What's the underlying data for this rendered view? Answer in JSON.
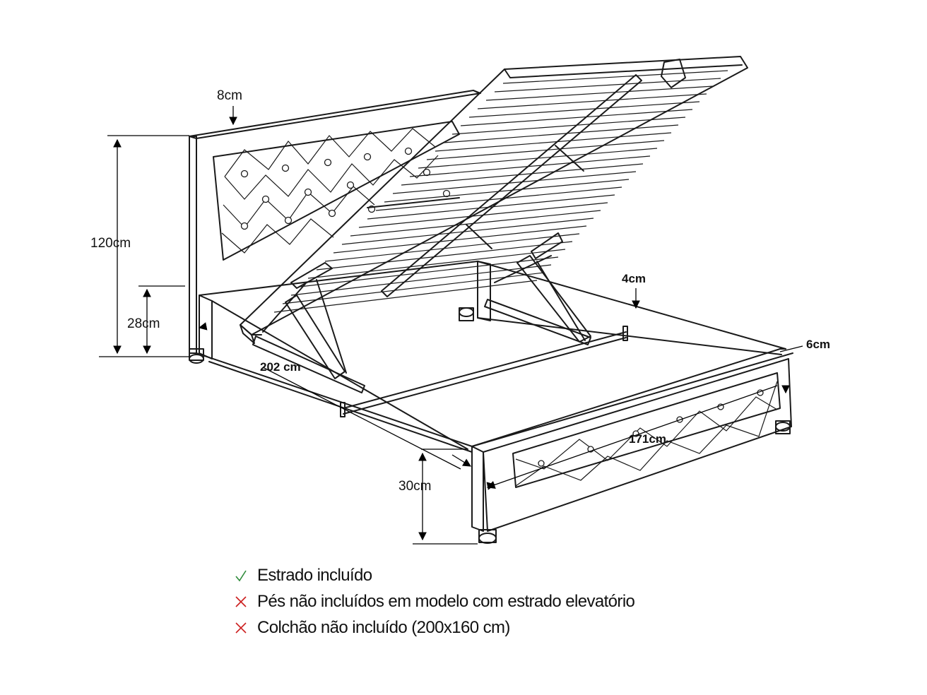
{
  "diagram": {
    "dimensions": {
      "headboard_depth": "8cm",
      "total_height": "120cm",
      "base_height": "28cm",
      "length": "202 cm",
      "side_thickness": "4cm",
      "foot_thickness": "6cm",
      "width": "171cm",
      "foot_height": "30cm"
    }
  },
  "legend": {
    "items": [
      {
        "status": "included",
        "icon": "check-icon",
        "color": "#2e8b3a",
        "text": "Estrado incluído"
      },
      {
        "status": "not_included",
        "icon": "cross-icon",
        "color": "#cc1f1f",
        "text": "Pés não incluídos em modelo com estrado elevatório"
      },
      {
        "status": "not_included",
        "icon": "cross-icon",
        "color": "#cc1f1f",
        "text": "Colchão não incluído (200x160 cm)"
      }
    ]
  }
}
